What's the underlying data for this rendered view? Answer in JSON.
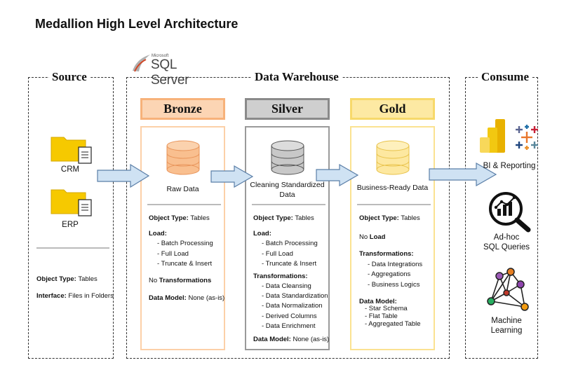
{
  "title": "Medallion High Level Architecture",
  "sql_logo": {
    "brand": "Microsoft",
    "product": "SQL Server"
  },
  "zones": {
    "source": "Source",
    "warehouse": "Data Warehouse",
    "consume": "Consume"
  },
  "source": {
    "items": [
      "CRM",
      "ERP"
    ],
    "object_type_label": "Object Type:",
    "object_type_value": "Tables",
    "interface_label": "Interface:",
    "interface_value": "Files in Folders"
  },
  "bronze": {
    "name": "Bronze",
    "desc": "Raw Data",
    "object_type_label": "Object Type:",
    "object_type_value": "Tables",
    "load_label": "Load:",
    "load_items": [
      "- Batch Processing",
      "- Full Load",
      "- Truncate & Insert"
    ],
    "transform_prefix": "No",
    "transform_label": "Transformations",
    "model_label": "Data Model:",
    "model_value": "None (as-is)"
  },
  "silver": {
    "name": "Silver",
    "desc_line1": "Cleaning Standardized",
    "desc_line2": "Data",
    "object_type_label": "Object Type:",
    "object_type_value": "Tables",
    "load_label": "Load:",
    "load_items": [
      "- Batch Processing",
      "- Full Load",
      "- Truncate & Insert"
    ],
    "transform_label": "Transformations:",
    "transform_items": [
      "- Data Cleansing",
      "- Data Standardization",
      "- Data Normalization",
      "- Derived Columns",
      "- Data Enrichment"
    ],
    "model_label": "Data Model:",
    "model_value": "None (as-is)"
  },
  "gold": {
    "name": "Gold",
    "desc": "Business-Ready Data",
    "object_type_label": "Object Type:",
    "object_type_value": "Tables",
    "load_prefix": "No",
    "load_label": "Load",
    "transform_label": "Transformations:",
    "transform_items": [
      "- Data Integrations",
      "- Aggregations",
      "- Business Logics"
    ],
    "model_label": "Data Model:",
    "model_items": [
      "- Star Schema",
      "- Flat Table",
      "- Aggregated Table"
    ]
  },
  "consume": {
    "bi": "BI & Reporting",
    "adhoc_line1": "Ad-hoc",
    "adhoc_line2": "SQL Queries",
    "ml_line1": "Machine",
    "ml_line2": "Learning"
  },
  "colors": {
    "bronze_fill": "#fcd5b4",
    "bronze_border": "#f7b27a",
    "bronze_db": "#f9bf8f",
    "silver_fill": "#cfcfcf",
    "silver_border": "#8a8a8a",
    "silver_db": "#c8c8c8",
    "gold_fill": "#fde9a3",
    "gold_border": "#f7d96b",
    "gold_db": "#fde8a0",
    "arrow_fill": "#cfe2f3",
    "arrow_stroke": "#5b7fa8",
    "folder": "#f6c900"
  }
}
